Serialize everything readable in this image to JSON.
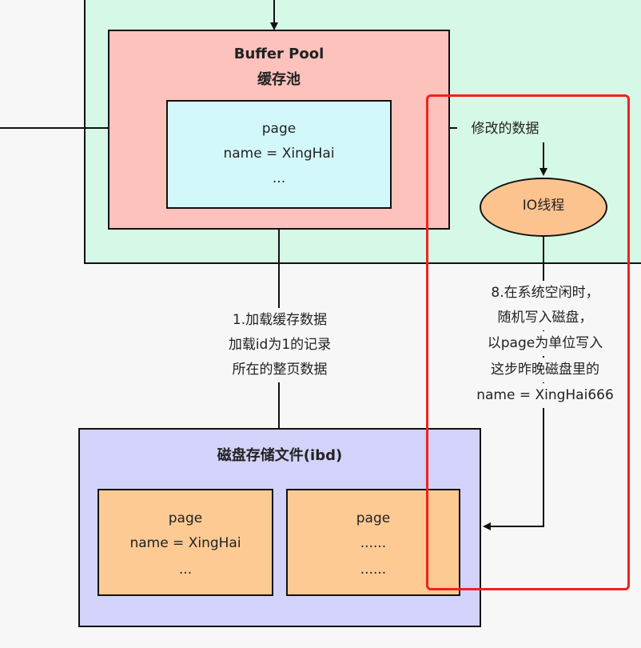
{
  "buffer_pool": {
    "title": "Buffer Pool",
    "subtitle": "缓存池",
    "page": {
      "label": "page",
      "record": "name = XingHai",
      "ellipsis": "..."
    }
  },
  "io_thread": {
    "label": "IO线程",
    "input_label": "修改的数据"
  },
  "step1": {
    "line1": "1.加载缓存数据",
    "line2": "加载id为1的记录",
    "line3": "所在的整页数据"
  },
  "step8": {
    "line1": "8.在系统空闲时，",
    "line2": "随机写入磁盘，",
    "line3": "以page为单位写入",
    "line4": "这步昨晚磁盘里的",
    "line5": "name = XingHai666"
  },
  "disk": {
    "title": "磁盘存储文件(ibd)",
    "page1": {
      "label": "page",
      "record": "name = XingHai",
      "ellipsis": "..."
    },
    "page2": {
      "label": "page",
      "line2": "......",
      "line3": "......"
    }
  },
  "colors": {
    "memory_area": "#d5f9e6",
    "buffer_pool": "#fcc2bb",
    "page_in_memory": "#d3f8fb",
    "disk_file": "#d2d2fa",
    "disk_page": "#fdca94",
    "io_thread": "#fdc38f",
    "highlight": "#f2211d"
  }
}
